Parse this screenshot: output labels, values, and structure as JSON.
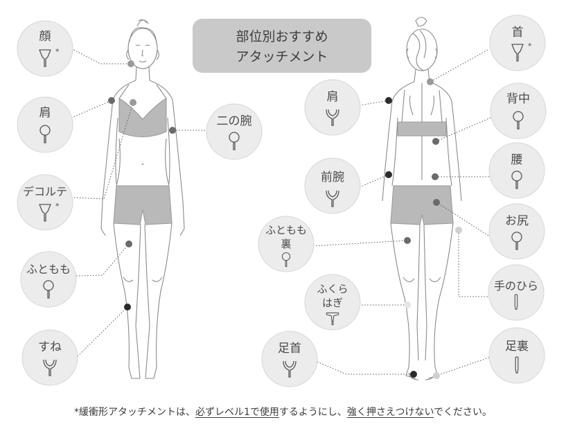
{
  "title": {
    "line1": "部位別おすすめ",
    "line2": "アタッチメント"
  },
  "colors": {
    "circle": "#ececec",
    "circle_stroke": "#d6d6d6",
    "title_bg": "#c9c9c9",
    "dot_dark": "#2b2b2b",
    "dot_mid": "#6a6a6a",
    "dot_light": "#bdbdbd",
    "body_short": "#b9b9b9",
    "line": "#555555"
  },
  "front_items": [
    {
      "id": "face",
      "label": "顔",
      "attachment": "cup-icon",
      "asterisk": "*"
    },
    {
      "id": "shoulder",
      "label": "肩",
      "attachment": "round-head-icon"
    },
    {
      "id": "decollete",
      "label": "デコルテ",
      "attachment": "cup-icon",
      "asterisk": "*"
    },
    {
      "id": "thigh",
      "label": "ふともも",
      "attachment": "round-head-icon"
    },
    {
      "id": "shin",
      "label": "すね",
      "attachment": "fork-icon"
    },
    {
      "id": "upper-arm",
      "label": "二の腕",
      "attachment": "round-head-icon"
    }
  ],
  "back_items": [
    {
      "id": "neck",
      "label": "首",
      "attachment": "cup-icon",
      "asterisk": "*"
    },
    {
      "id": "back-shoulder",
      "label": "肩",
      "attachment": "fork-icon"
    },
    {
      "id": "back",
      "label": "背中",
      "attachment": "round-head-icon"
    },
    {
      "id": "forearm",
      "label": "前腕",
      "attachment": "fork-icon"
    },
    {
      "id": "waist",
      "label": "腰",
      "attachment": "round-head-icon"
    },
    {
      "id": "hip",
      "label": "お尻",
      "attachment": "round-head-icon"
    },
    {
      "id": "back-thigh",
      "label_lines": [
        "ふともも",
        "裏"
      ],
      "attachment": "round-head-icon"
    },
    {
      "id": "palm",
      "label": "手のひら",
      "attachment": "slim-icon"
    },
    {
      "id": "calf",
      "label_lines": [
        "ふくら",
        "はぎ"
      ],
      "attachment": "mushroom-icon"
    },
    {
      "id": "ankle",
      "label": "足首",
      "attachment": "fork-icon"
    },
    {
      "id": "sole",
      "label": "足裏",
      "attachment": "slim-icon"
    }
  ],
  "footnote": {
    "part1": "*緩衝形アタッチメントは、",
    "part2": "必ずレベル1で使用",
    "part3": "するようにし、",
    "part4": "強く押さえつけない",
    "part5": "でください。"
  }
}
